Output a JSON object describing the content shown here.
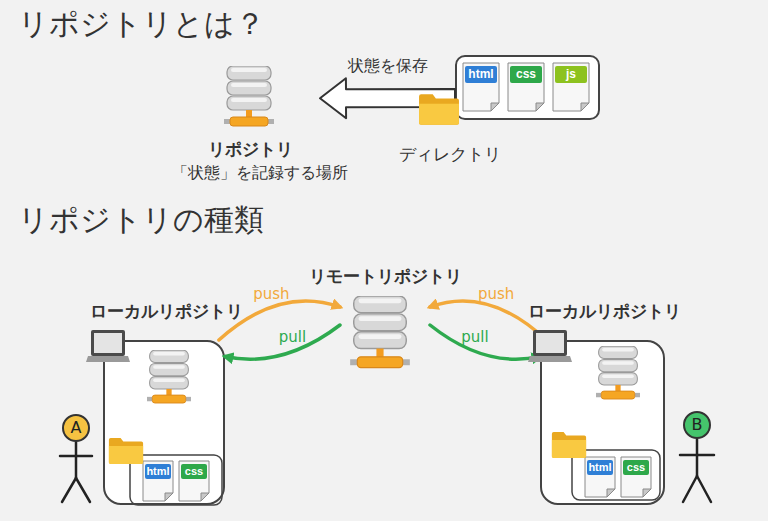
{
  "diagram": {
    "title": "リポジトリとは？",
    "nodes": [
      {
        "text": [
          "リポジトリ",
          "「状態」を記録する場所"
        ]
      },
      {
        "text": [
          "ディレクトリ"
        ]
      },
      {
        "text": [
          "html"
        ],
        "in": 1
      },
      {
        "text": [
          "css"
        ],
        "in": 1
      },
      {
        "text": [
          "js"
        ],
        "in": 1
      },
      {
        "text": [
          "ローカルリポジトリ"
        ]
      },
      {
        "text": [
          "html"
        ],
        "in": 5
      },
      {
        "text": [
          "css"
        ],
        "in": 5
      },
      {
        "text": [
          "A"
        ]
      },
      {
        "text": [
          "リモートリポジトリ"
        ]
      },
      {
        "text": [
          "ローカルリポジトリ"
        ]
      },
      {
        "text": [
          "html"
        ],
        "in": 10
      },
      {
        "text": [
          "css"
        ],
        "in": 10
      },
      {
        "text": [
          "B"
        ]
      }
    ],
    "edges": [
      {
        "from": 1,
        "to": 0,
        "label": "状態を保存",
        "arrow": "to"
      },
      {
        "from": 5,
        "to": 9,
        "label": "push",
        "arrow": "to"
      },
      {
        "from": 9,
        "to": 5,
        "label": "pull",
        "arrow": "to"
      },
      {
        "from": 10,
        "to": 9,
        "label": "push",
        "arrow": "to"
      },
      {
        "from": 9,
        "to": 10,
        "label": "pull",
        "arrow": "to"
      }
    ],
    "labels": [
      "リポジトリの種類"
    ]
  }
}
